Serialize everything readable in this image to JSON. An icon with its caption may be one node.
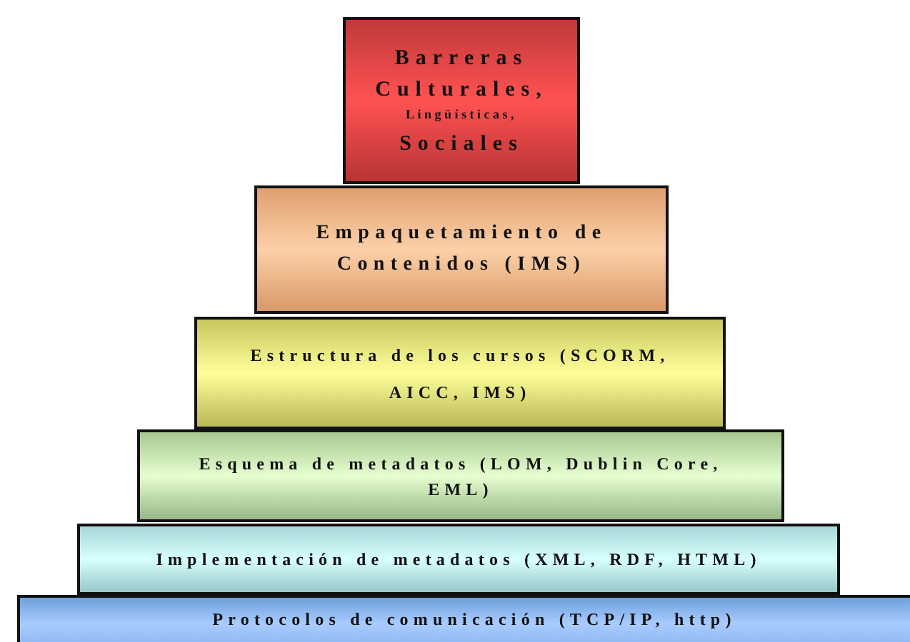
{
  "diagram": {
    "nodes": [
      {
        "text": [
          "Barreras Culturales,",
          "Lingüísticas,",
          "Sociales"
        ]
      },
      {
        "text": [
          "Empaquetamiento de Contenidos (IMS)"
        ]
      },
      {
        "text": [
          "Estructura de los cursos (SCORM, AICC, IMS)"
        ]
      },
      {
        "text": [
          "Esquema de metadatos (LOM, Dublin Core, EML)"
        ]
      },
      {
        "text": [
          "Implementación de metadatos (XML, RDF, HTML)"
        ]
      },
      {
        "text": [
          "Protocolos de comunicación (TCP/IP, http)"
        ]
      }
    ]
  }
}
